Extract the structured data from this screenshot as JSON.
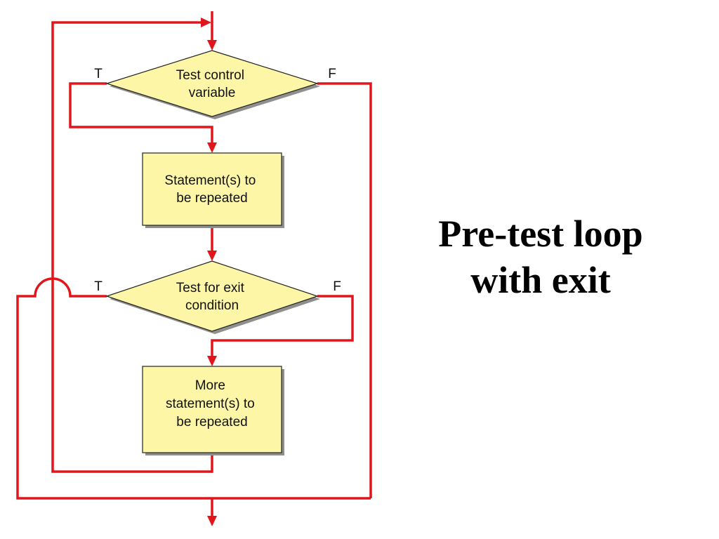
{
  "diagram": {
    "nodes": {
      "test_control": {
        "lines": [
          "Test control",
          "variable"
        ]
      },
      "statements_1": {
        "lines": [
          "Statement(s) to",
          "be repeated"
        ]
      },
      "test_exit": {
        "lines": [
          "Test for exit",
          "condition"
        ]
      },
      "statements_2": {
        "lines": [
          "More",
          "statement(s) to",
          "be repeated"
        ]
      }
    },
    "labels": {
      "test_control_true": "T",
      "test_control_false": "F",
      "test_exit_true": "T",
      "test_exit_false": "F"
    }
  },
  "title": {
    "line1": "Pre-test loop",
    "line2": "with exit"
  },
  "colors": {
    "flow_line": "#e0161c",
    "shape_fill": "#fdf6a6",
    "shape_border": "#222222",
    "shadow": "#8f8f8f"
  }
}
